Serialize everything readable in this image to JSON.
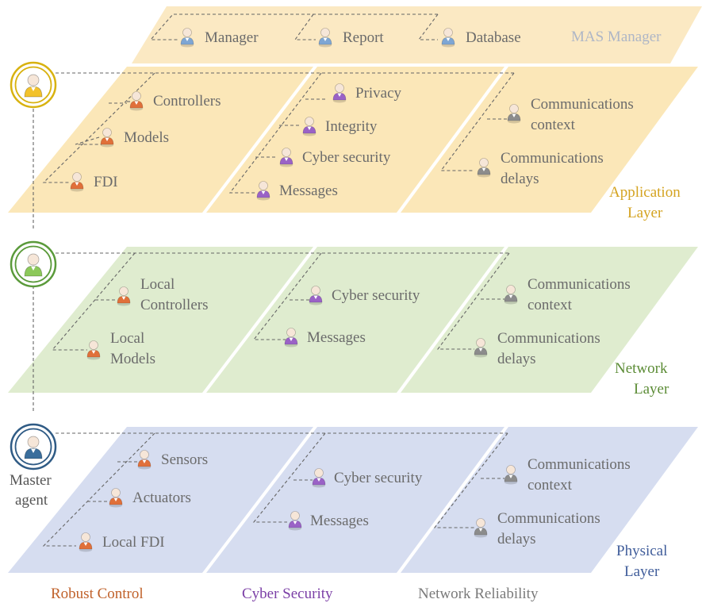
{
  "layers": {
    "mas": {
      "title": "MAS Manager",
      "agents": [
        "Manager",
        "Report",
        "Database"
      ],
      "fill": "#fbe9c3",
      "title_color": "#aeb6c6",
      "icon_color": "#7ea6d4"
    },
    "application": {
      "title": [
        "Application",
        "Layer"
      ],
      "fill": "#fbe7b8",
      "title_color": "#d4a320",
      "ring_color": "#d8b20f",
      "icon_color": "#f2c22c",
      "robust": [
        "Controllers",
        "Models",
        "FDI"
      ],
      "cyber": [
        "Privacy",
        "Integrity",
        "Cyber security",
        "Messages"
      ],
      "network": [
        [
          "Communications",
          "context"
        ],
        [
          "Communications",
          "delays"
        ]
      ]
    },
    "network": {
      "title": [
        "Network",
        "Layer"
      ],
      "fill": "#dfeccf",
      "title_color": "#5c8c36",
      "ring_color": "#5a9a3a",
      "icon_color": "#8cc85a",
      "robust": [
        [
          "Local",
          "Controllers"
        ],
        [
          "Local",
          "Models"
        ]
      ],
      "cyber": [
        "Cyber security",
        "Messages"
      ],
      "network": [
        [
          "Communications",
          "context"
        ],
        [
          "Communications",
          "delays"
        ]
      ]
    },
    "physical": {
      "title": [
        "Physical",
        "Layer"
      ],
      "fill": "#d6ddf0",
      "title_color": "#3f5c9a",
      "ring_color": "#2f5b85",
      "icon_color": "#3a6e9c",
      "robust": [
        "Sensors",
        "Actuators",
        "Local FDI"
      ],
      "cyber": [
        "Cyber security",
        "Messages"
      ],
      "network": [
        [
          "Communications",
          "context"
        ],
        [
          "Communications",
          "delays"
        ]
      ]
    }
  },
  "master_agent": [
    "Master",
    "agent"
  ],
  "columns": {
    "robust_control": {
      "label": "Robust Control",
      "color": "#c0612a"
    },
    "cyber_security": {
      "label": "Cyber Security",
      "color": "#7b3fa6"
    },
    "network_reliability": {
      "label": "Network Reliability",
      "color": "#7a7a7a"
    }
  },
  "icons": {
    "robust": "person-icon-orange",
    "cyber": "person-icon-purple",
    "network": "person-icon-gray",
    "mas": "person-icon-blue"
  },
  "colors": {
    "robust_icon": "#e0703a",
    "cyber_icon": "#9a62c6",
    "network_icon": "#8c8c8c",
    "text": "#6b6b6b",
    "dash": "#666666"
  }
}
